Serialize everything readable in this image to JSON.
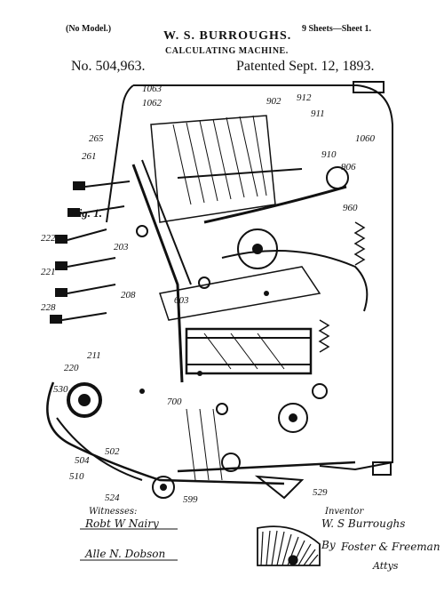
{
  "header": {
    "no_model": "(No Model.)",
    "sheets": "9 Sheets—Sheet 1.",
    "inventor_name": "W. S. BURROUGHS.",
    "invention": "CALCULATING MACHINE.",
    "patent_no": "No. 504,963.",
    "patent_date": "Patented Sept. 12, 1893."
  },
  "figure": {
    "label": "Fig. 1.",
    "reference_numerals": [
      "1062",
      "910",
      "902",
      "912",
      "911",
      "1060",
      "261",
      "265",
      "221",
      "228",
      "222",
      "203",
      "208",
      "211",
      "220",
      "530",
      "502",
      "504",
      "510",
      "524",
      "529",
      "599",
      "603",
      "700",
      "906",
      "960",
      "1063"
    ]
  },
  "footer": {
    "witnesses_label": "Witnesses:",
    "witness_1": "Robt W Nairy",
    "witness_2": "Alle N. Dobson",
    "inventor_label": "Inventor",
    "inventor_sig": "W. S Burroughs",
    "by": "By",
    "attorney_sig": "Foster & Freeman",
    "attys": "Attys"
  }
}
